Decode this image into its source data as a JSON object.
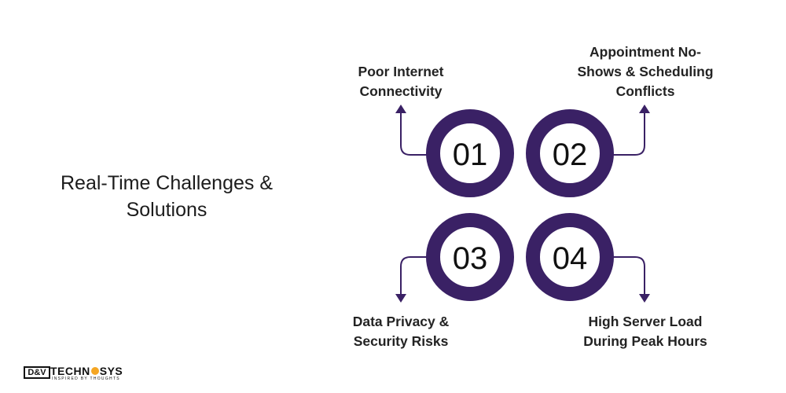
{
  "title": {
    "line1": "Real-Time Challenges &",
    "line2": "Solutions"
  },
  "items": [
    {
      "number": "01",
      "line1": "Poor Internet",
      "line2": "Connectivity",
      "line3": ""
    },
    {
      "number": "02",
      "line1": "Appointment No-",
      "line2": "Shows & Scheduling",
      "line3": "Conflicts"
    },
    {
      "number": "03",
      "line1": "Data Privacy &",
      "line2": "Security Risks",
      "line3": ""
    },
    {
      "number": "04",
      "line1": "High Server Load",
      "line2": "During Peak Hours",
      "line3": ""
    }
  ],
  "logo": {
    "box": "D&V",
    "word_before": "TECHN",
    "word_after": "SYS",
    "tagline": "INSPIRED BY THOUGHTS"
  },
  "colors": {
    "ring": "#3a2165",
    "connector": "#3a2165",
    "logo_accent": "#f5a623"
  }
}
